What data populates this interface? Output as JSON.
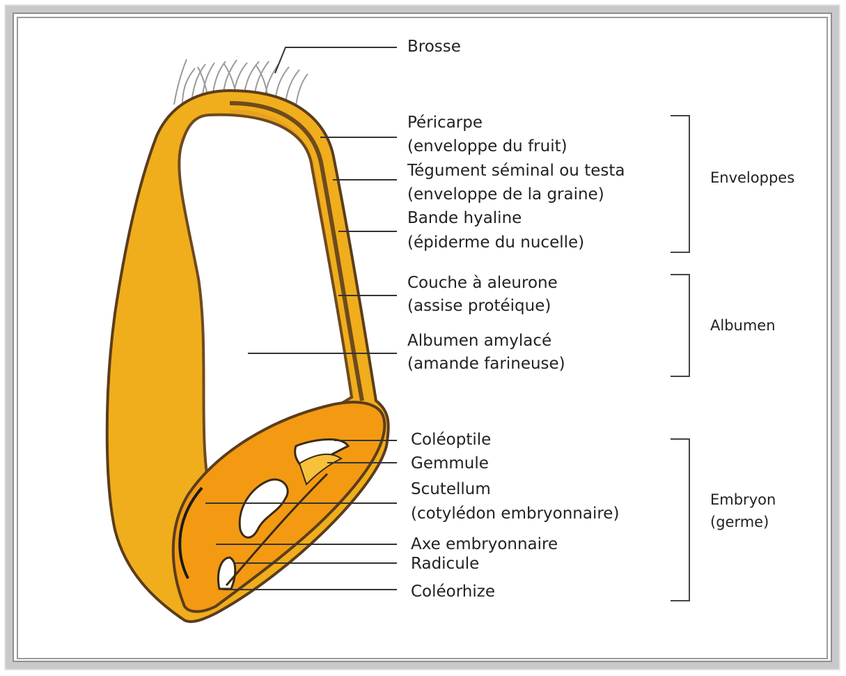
{
  "labels": {
    "brosse": "Brosse",
    "pericarpe": "Péricarpe",
    "pericarpe_sub": "(enveloppe du fruit)",
    "tegument": "Tégument séminal ou testa",
    "tegument_sub": "(enveloppe de la graine)",
    "bande": "Bande hyaline",
    "bande_sub": "(épiderme du nucelle)",
    "couche": "Couche à aleurone",
    "couche_sub": "(assise protéique)",
    "albumen_amylace": "Albumen amylacé",
    "albumen_amylace_sub": "(amande farineuse)",
    "coleoptile": "Coléoptile",
    "gemmule": "Gemmule",
    "scutellum": "Scutellum",
    "scutellum_sub": "(cotylédon embryonnaire)",
    "axe": "Axe embryonnaire",
    "radicule": "Radicule",
    "coleorhize": "Coléorhize"
  },
  "groups": {
    "enveloppes": "Enveloppes",
    "albumen": "Albumen",
    "embryon": "Embryon",
    "embryon_sub": "(germe)"
  },
  "colors": {
    "shell": "#f0ae1c",
    "embryo": "#f39a12",
    "outline": "#5b3d1c",
    "line": "#333333"
  }
}
